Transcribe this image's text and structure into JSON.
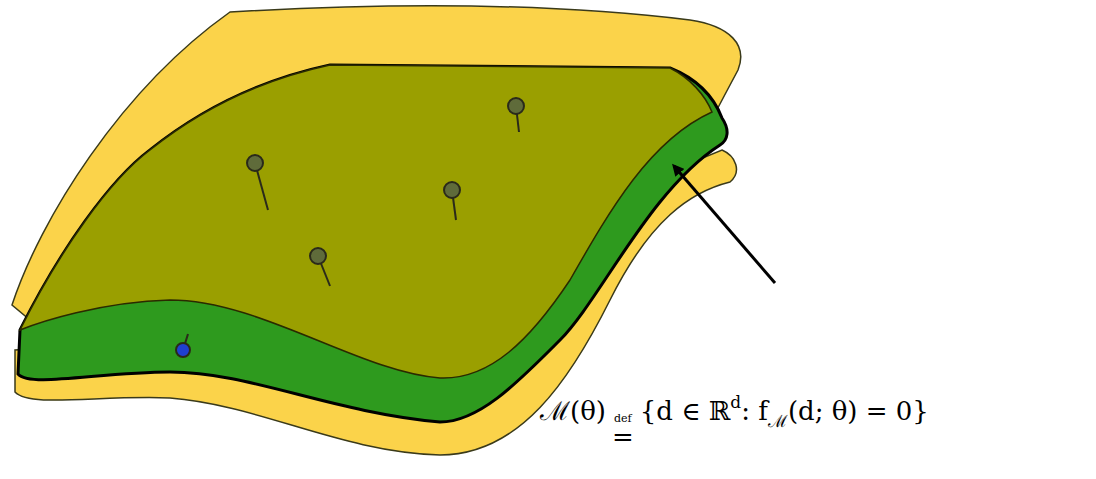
{
  "diagram": {
    "labels": [
      "ℳ(θ)",
      "def",
      "=",
      "{d ∈ ℝ",
      "d",
      ": f",
      "ℳ",
      "(d; θ) = 0}"
    ]
  }
}
